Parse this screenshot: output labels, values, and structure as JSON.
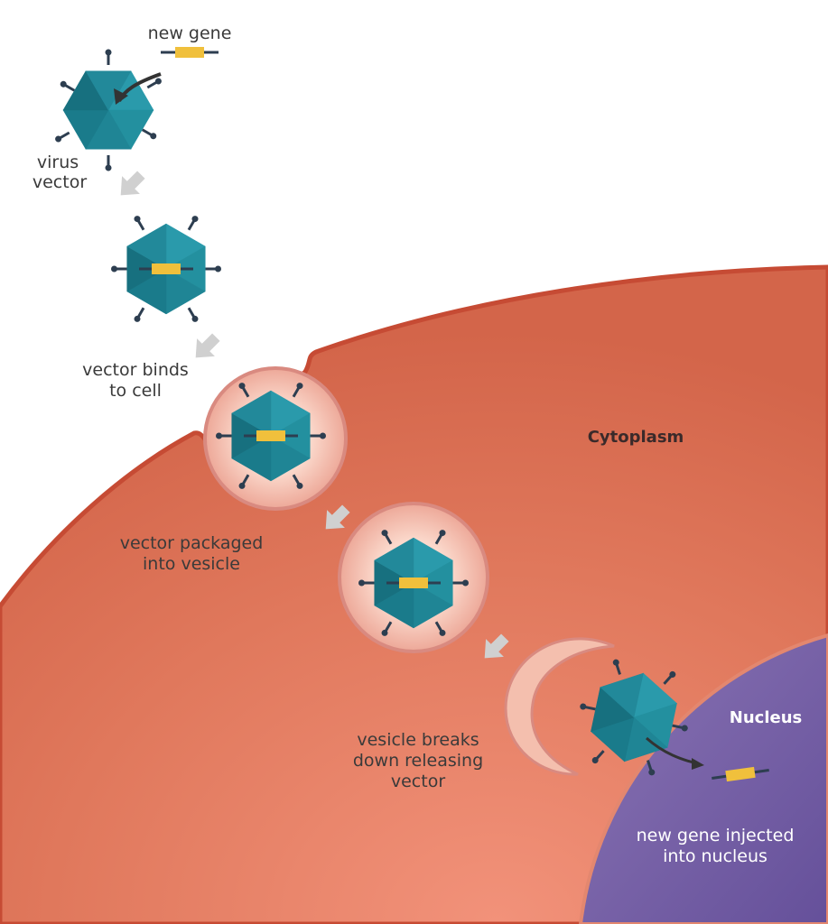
{
  "labels": {
    "new_gene": "new gene",
    "virus_vector": [
      "virus",
      "vector"
    ],
    "vector_binds": [
      "vector binds",
      "to cell"
    ],
    "packaged": [
      "vector packaged",
      "into vesicle"
    ],
    "breaks_down": [
      "vesicle breaks",
      "down releasing",
      "vector"
    ],
    "injected": [
      "new gene injected",
      "into nucleus"
    ],
    "cytoplasm": "Cytoplasm",
    "nucleus": "Nucleus"
  },
  "colors": {
    "virus": "#23909f",
    "virus_dark": "#16707f",
    "spike": "#2d3e50",
    "gene": "#f0c03c",
    "cell": "#d9694d",
    "cell_light": "#ef8e74",
    "membrane": "#c64b34",
    "vesicle": "#f6c6b6",
    "nucleus": "#7a64aa",
    "step_arrow": "#d0d0d0"
  }
}
